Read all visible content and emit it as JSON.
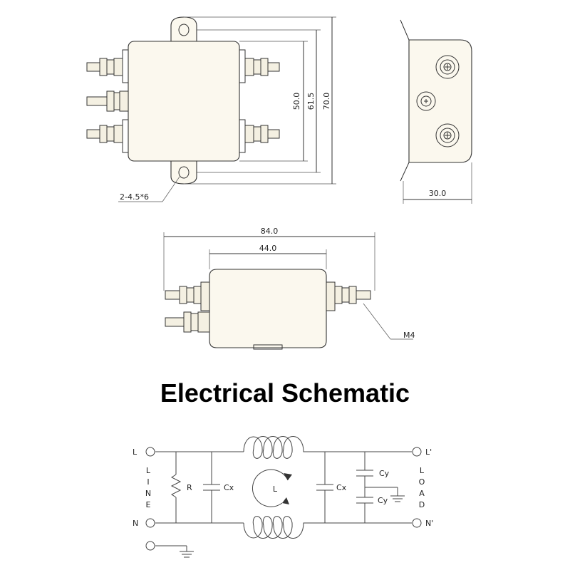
{
  "drawing": {
    "front_view": {
      "dims": {
        "h_inner": "50.0",
        "h_mid": "61.5",
        "h_outer": "70.0"
      },
      "hole_callout": "2-4.5*6"
    },
    "side_view": {
      "depth": "30.0"
    },
    "top_view": {
      "dims": {
        "overall": "84.0",
        "body": "44.0"
      },
      "thread_callout": "M4"
    }
  },
  "section_title": "Electrical Schematic",
  "schematic": {
    "terminals": {
      "line": "L",
      "neutral": "N",
      "load_line": "L'",
      "load_neutral": "N'"
    },
    "side_labels": {
      "line": [
        "L",
        "I",
        "N",
        "E"
      ],
      "load": [
        "L",
        "O",
        "A",
        "D"
      ]
    },
    "components": {
      "resistor": "R",
      "cx1": "Cx",
      "inductor": "L",
      "cx2": "Cx",
      "cy1": "Cy",
      "cy2": "Cy"
    }
  }
}
